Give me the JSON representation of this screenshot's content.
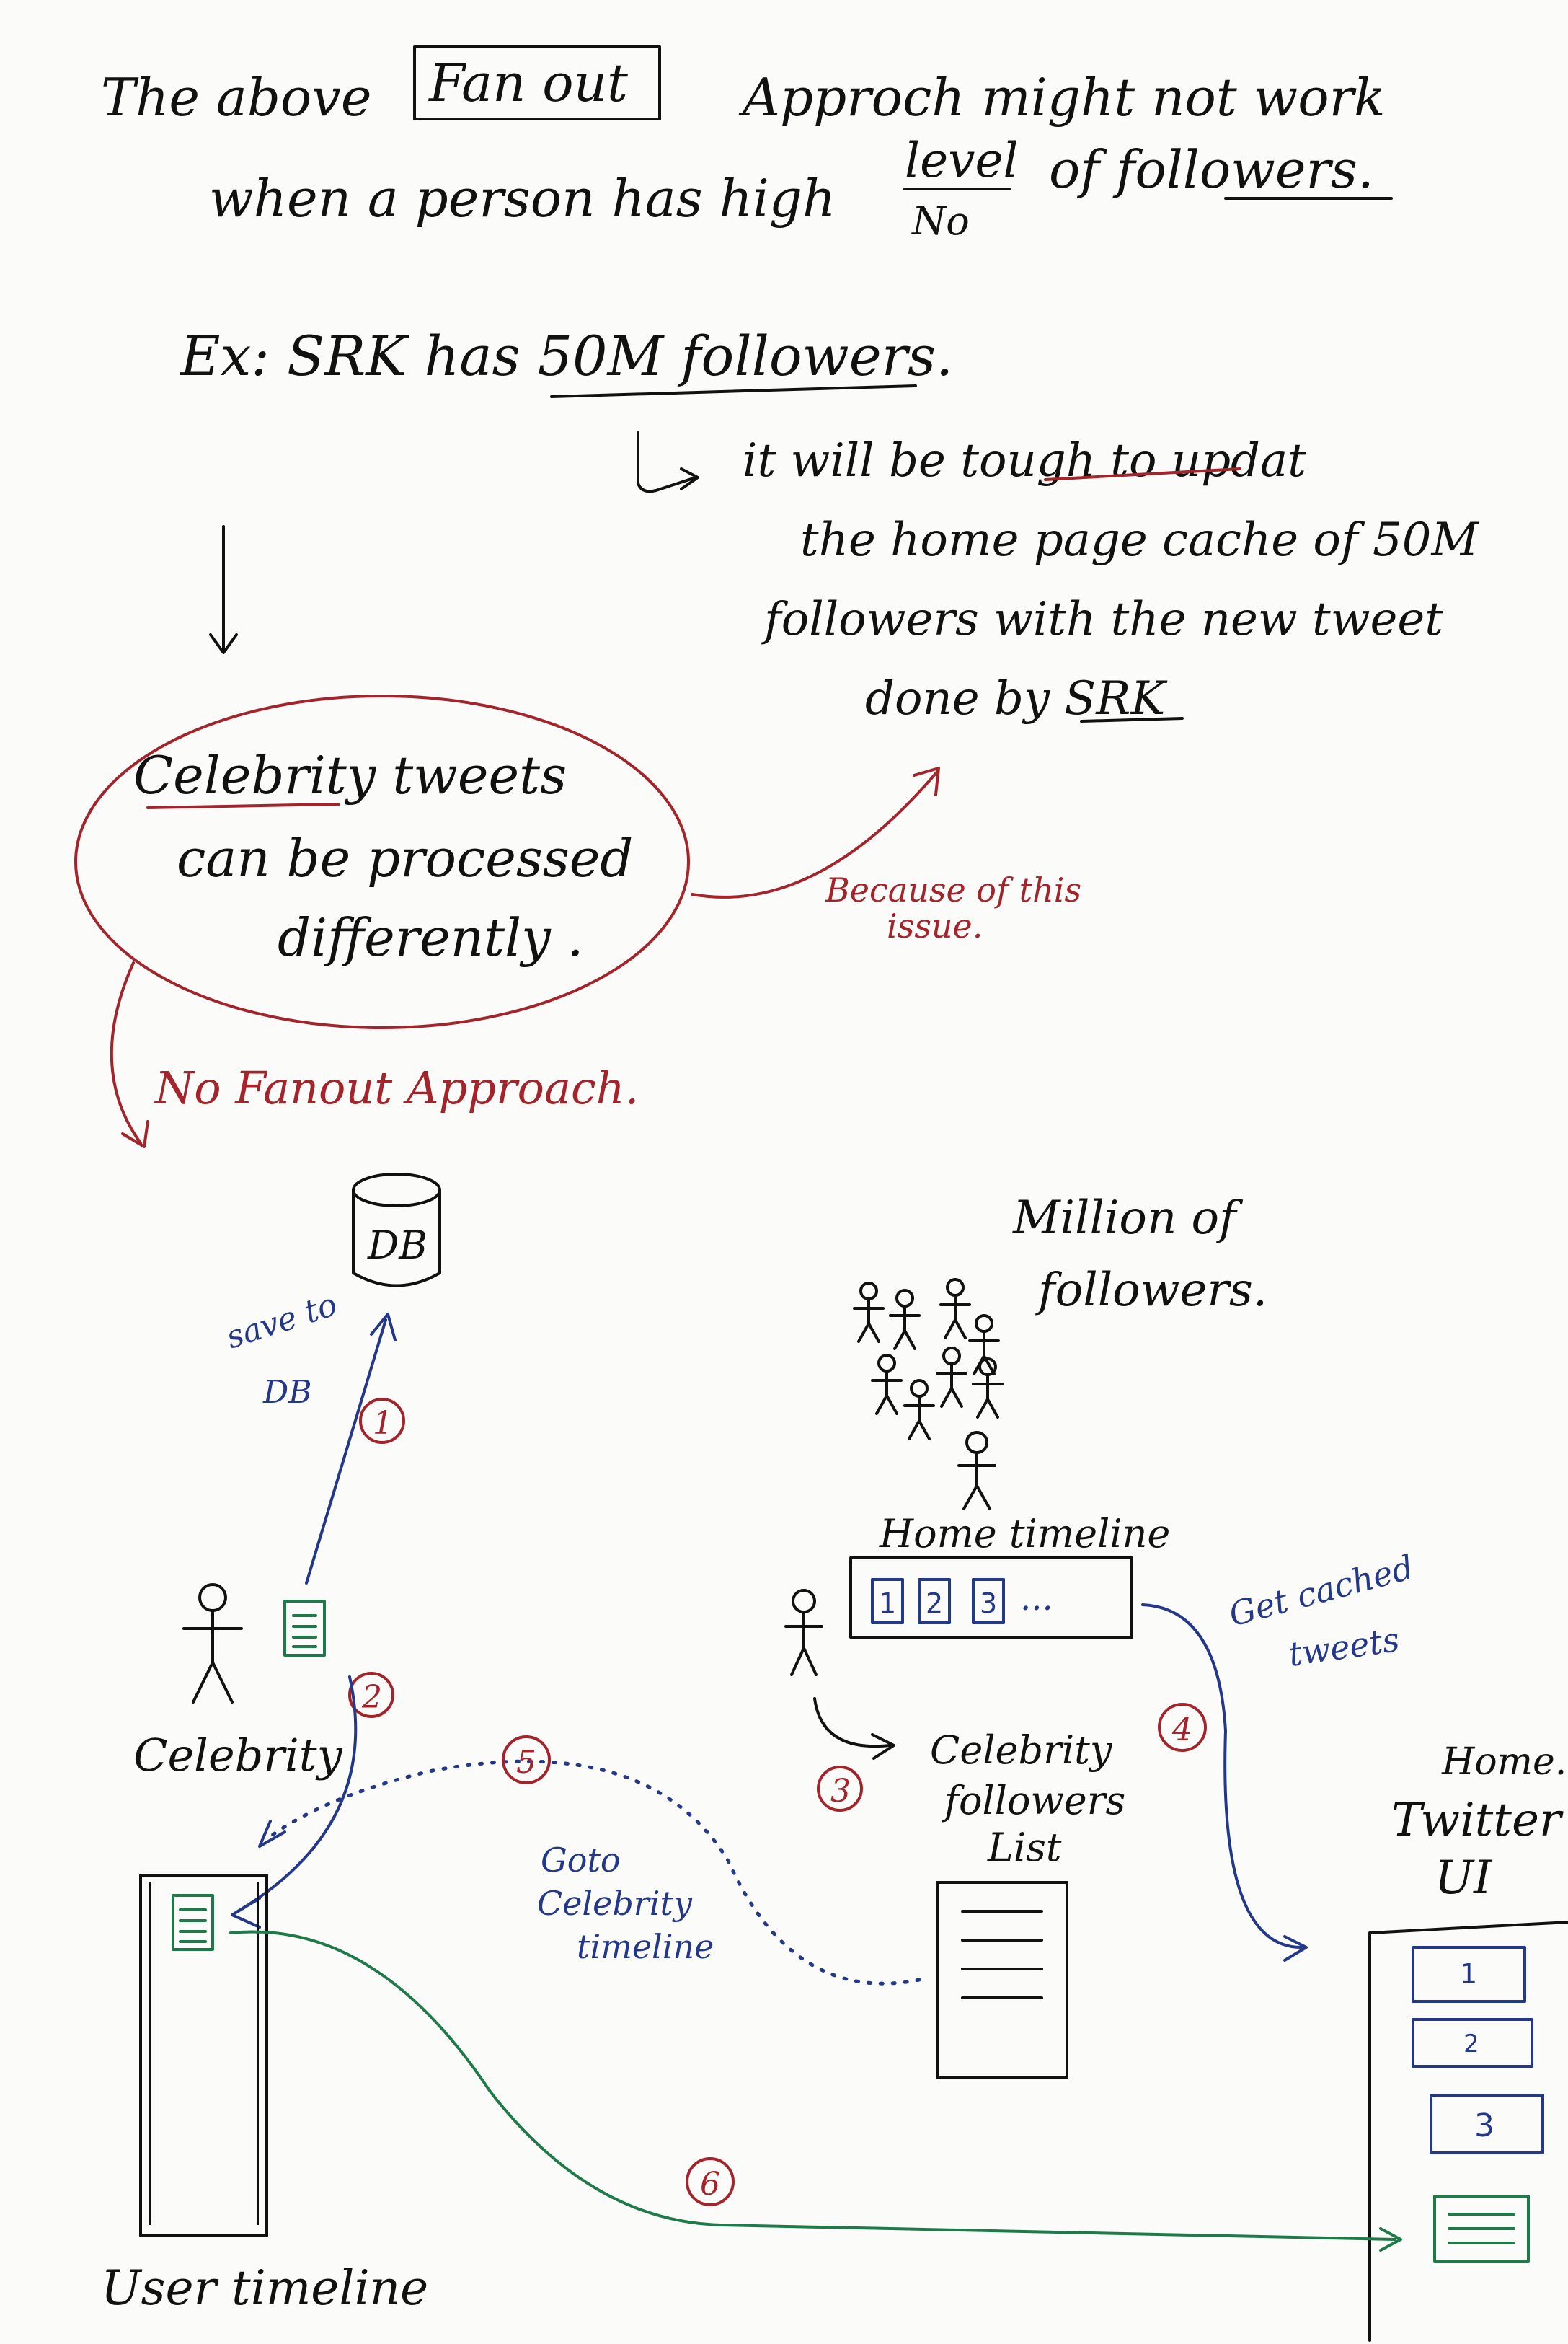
{
  "intro": {
    "line1_pre": "The above",
    "fanout_boxed": "Fan out",
    "line1_post": "Approch might not work",
    "line2_pre": "when a person has high",
    "level": "level",
    "level_note": "No",
    "line2_post": "of followers."
  },
  "example": {
    "text": "Ex: SRK has 50M followers.",
    "consequence": [
      "it will be tough to updat",
      "the home page cache of 50M",
      "followers with the new tweet",
      "done by SRK"
    ]
  },
  "celebrity_note": {
    "lines": [
      "Celebrity tweets",
      "can be processed",
      "differently ."
    ],
    "reason": [
      "Because of this",
      "issue."
    ],
    "no_fanout": "No Fanout Approach."
  },
  "diagram": {
    "db_label": "DB",
    "save_to_db": [
      "save to",
      "DB"
    ],
    "million_followers": [
      "Million of",
      "followers."
    ],
    "home_timeline": "Home timeline",
    "home_timeline_items": [
      "1",
      "2",
      "3"
    ],
    "home_timeline_more": "...",
    "get_cached": [
      "Get cached",
      "tweets"
    ],
    "celebrity": "Celebrity",
    "celebrity_followers_list": [
      "Celebrity",
      "followers",
      "List"
    ],
    "goto_celebrity": [
      "Goto",
      "Celebrity",
      "timeline"
    ],
    "home_twitter_ui": [
      "Home.",
      "Twitter",
      "UI"
    ],
    "twitter_ui_items": [
      "1",
      "2",
      "3"
    ],
    "user_timeline": "User timeline",
    "steps": [
      "1",
      "2",
      "3",
      "4",
      "5",
      "6"
    ]
  },
  "colors": {
    "ink": "#111111",
    "red": "#a3242a",
    "blue": "#24388a",
    "green": "#1f7a4a"
  }
}
